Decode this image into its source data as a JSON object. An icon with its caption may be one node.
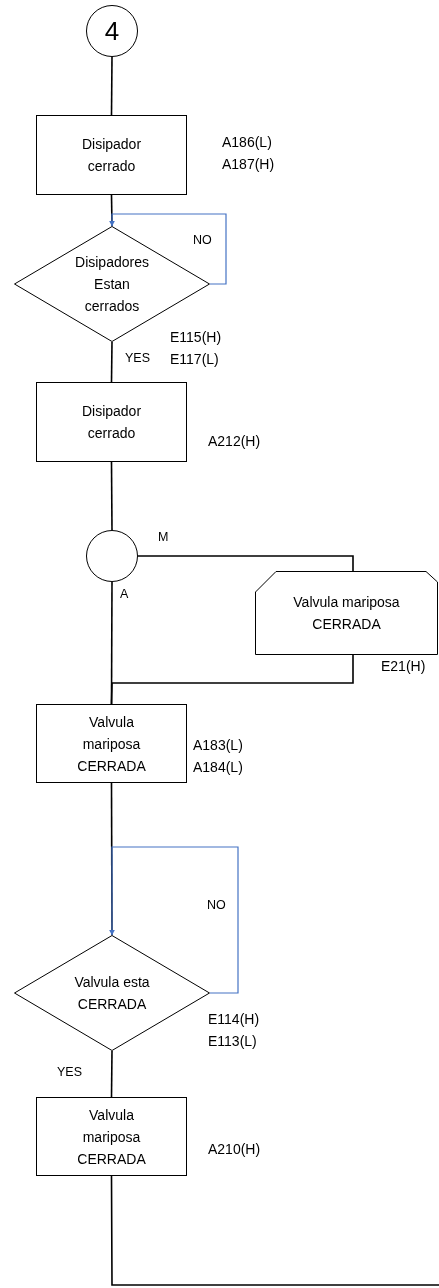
{
  "diagram": {
    "nodes": [
      {
        "text": [
          "4"
        ]
      },
      {
        "text": [
          "Disipador cerrado"
        ],
        "beside": [
          "A186(L)",
          "A187(H)"
        ]
      },
      {
        "text": [
          "Disipadores Estan cerrados"
        ],
        "beside": [
          "E115(H)",
          "E117(L)"
        ]
      },
      {
        "text": [
          "Disipador cerrado"
        ],
        "beside": [
          "A212(H)"
        ]
      },
      {
        "text": [],
        "shape": "circle"
      },
      {
        "text": [
          "Valvula mariposa CERRADA"
        ],
        "beside": [
          "E21(H)"
        ]
      },
      {
        "text": [
          "Valvula mariposa CERRADA"
        ],
        "beside": [
          "A183(L)",
          "A184(L)"
        ]
      },
      {
        "text": [
          "Valvula esta CERRADA"
        ],
        "beside": [
          "E114(H)",
          "E113(L)"
        ]
      },
      {
        "text": [
          "Valvula mariposa CERRADA"
        ],
        "beside": [
          "A210(H)"
        ]
      }
    ],
    "edges": [
      {
        "from": 0,
        "to": 1,
        "arrow": "none"
      },
      {
        "from": 1,
        "to": 2,
        "arrow": "none"
      },
      {
        "from": 2,
        "to": 2,
        "arrow": "to",
        "label": "NO",
        "color": "#4472c4"
      },
      {
        "from": 2,
        "to": 3,
        "arrow": "none",
        "label": "YES"
      },
      {
        "from": 3,
        "to": 4,
        "arrow": "none"
      },
      {
        "from": 4,
        "to": 5,
        "arrow": "none",
        "label": "M"
      },
      {
        "from": 4,
        "to": 6,
        "arrow": "none",
        "label": "A"
      },
      {
        "from": 5,
        "to": 6,
        "arrow": "none"
      },
      {
        "from": 6,
        "to": 7,
        "arrow": "none"
      },
      {
        "from": 7,
        "to": 7,
        "arrow": "to",
        "label": "NO",
        "color": "#4472c4"
      },
      {
        "from": 7,
        "to": 8,
        "arrow": "none",
        "label": "YES"
      },
      {
        "from": 8,
        "to": null,
        "arrow": "none"
      }
    ]
  }
}
